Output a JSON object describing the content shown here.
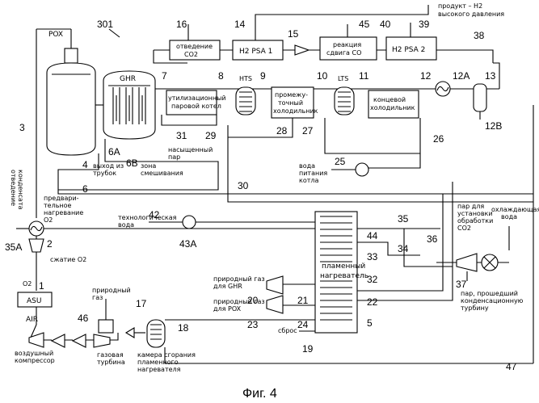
{
  "figure": {
    "ref": "301",
    "caption": "Фиг. 4"
  },
  "units": {
    "pox": "POX",
    "ghr": "GHR",
    "asu": "ASU",
    "air": "AIR",
    "o2": "O2",
    "hts": "HTS",
    "lts": "LTS",
    "co2_removal": [
      "отведение",
      "CO2"
    ],
    "h2psa1": "H2 PSA 1",
    "h2psa2": "H2 PSA 2",
    "co_shift": [
      "реакция",
      "сдвига CO"
    ],
    "steam_boiler": [
      "утилизационный",
      "паровой котел"
    ],
    "intercooler": [
      "промежу-",
      "точный",
      "холодильник"
    ],
    "final_cooler": [
      "концевой",
      "холодильник"
    ],
    "fired_heater": [
      "пламенный",
      "нагреватель"
    ]
  },
  "labels": {
    "h2_product": [
      "продукт – H2",
      "высокого давления"
    ],
    "preheat_o2": [
      "предвари-",
      "тельное",
      "нагревание",
      "O2"
    ],
    "o2_compression": "сжатие O2",
    "condensate_removal": [
      "отведение",
      "конденсата"
    ],
    "tube_exit": [
      "выход из",
      "трубок"
    ],
    "mixing_zone": [
      "зона",
      "смешивания"
    ],
    "saturated_steam": [
      "насыщенный",
      "пар"
    ],
    "boiler_feedwater": [
      "вода",
      "питания",
      "котла"
    ],
    "process_water": [
      "технологическая",
      "вода"
    ],
    "natural_gas": [
      "природный",
      "газ"
    ],
    "ng_ghr": [
      "природный газ",
      "для GHR"
    ],
    "ng_pox": [
      "природный газ",
      "для POX"
    ],
    "purge": "сброс",
    "air_compressor": [
      "воздушный",
      "компрессор"
    ],
    "gas_turbine": [
      "газовая",
      "турбина"
    ],
    "burner": [
      "камера сгорания",
      "пламенного",
      "нагревателя"
    ],
    "co2_steam": [
      "пар для",
      "установки",
      "обработки",
      "CO2"
    ],
    "cooling_water": [
      "охлаждающая",
      "вода"
    ],
    "turbine_steam": [
      "пар, прошедший",
      "конденсационную",
      "турбину"
    ]
  },
  "streams": [
    "1",
    "2",
    "3",
    "4",
    "5",
    "6",
    "6A",
    "6B",
    "7",
    "8",
    "9",
    "10",
    "11",
    "12",
    "12A",
    "12B",
    "13",
    "14",
    "15",
    "16",
    "17",
    "18",
    "19",
    "20",
    "21",
    "22",
    "23",
    "24",
    "25",
    "26",
    "27",
    "28",
    "29",
    "30",
    "31",
    "32",
    "33",
    "34",
    "35",
    "35A",
    "36",
    "37",
    "38",
    "39",
    "40",
    "42",
    "43A",
    "44",
    "45",
    "46",
    "47"
  ]
}
